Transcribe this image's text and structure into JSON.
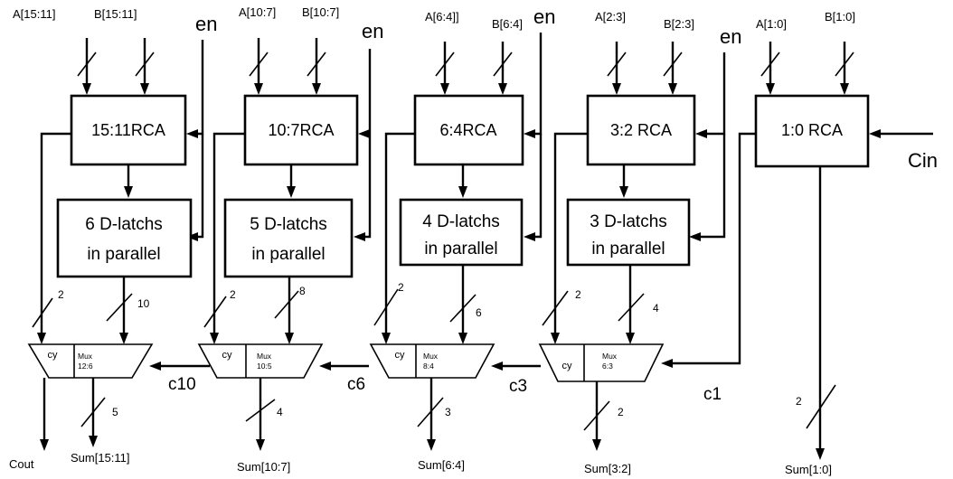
{
  "inputs": [
    {
      "a": "A[15:11]",
      "b": "B[15:11]",
      "en": "en"
    },
    {
      "a": "A[10:7]",
      "b": "B[10:7]",
      "en": "en"
    },
    {
      "a": "A[6:4]]",
      "b": "B[6:4]",
      "en": "en"
    },
    {
      "a": "A[2:3]",
      "b": "B[2:3]",
      "en": "en"
    },
    {
      "a": "A[1:0]",
      "b": "B[1:0]"
    }
  ],
  "rca": [
    "15:11RCA",
    "10:7RCA",
    "6:4RCA",
    "3:2 RCA",
    "1:0 RCA"
  ],
  "latches": [
    {
      "line1": "6 D-latchs",
      "line2": "in parallel"
    },
    {
      "line1": "5 D-latchs",
      "line2": "in parallel"
    },
    {
      "line1": "4 D-latchs",
      "line2": "in parallel"
    },
    {
      "line1": "3 D-latchs",
      "line2": "in parallel"
    }
  ],
  "muxes": [
    {
      "cy": "cy",
      "name": "Mux",
      "range": "12:6"
    },
    {
      "cy": "cy",
      "name": "Mux",
      "range": "10:5"
    },
    {
      "cy": "cy",
      "name": "Mux",
      "range": "8:4"
    },
    {
      "cy": "cy",
      "name": "Mux",
      "range": "6:3"
    }
  ],
  "bus_widths": {
    "carry": [
      "2",
      "2",
      "2",
      "2"
    ],
    "latch": [
      "10",
      "8",
      "6",
      "4"
    ],
    "sum": [
      "5",
      "4",
      "3",
      "2",
      "2"
    ]
  },
  "carries": [
    "c10",
    "c6",
    "c3",
    "c1"
  ],
  "cin": "Cin",
  "cout": "Cout",
  "sums": [
    "Sum[15:11]",
    "Sum[10:7]",
    "Sum[6:4]",
    "Sum[3:2]",
    "Sum[1:0]"
  ]
}
